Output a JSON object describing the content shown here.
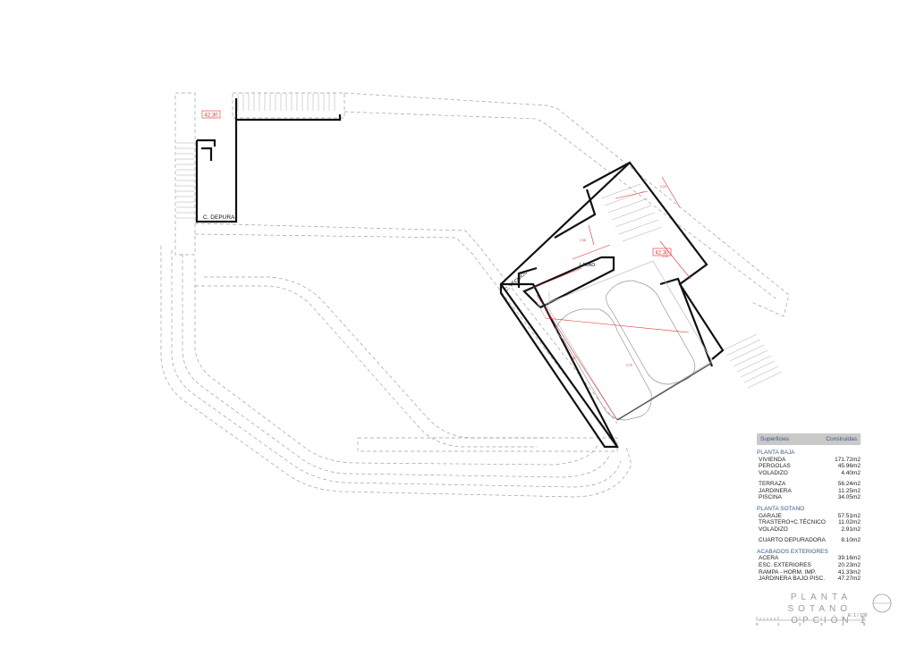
{
  "plan": {
    "level_marks": [
      "42.30",
      "42.30"
    ],
    "rooms": {
      "depura": "C. DEPURA.",
      "tecnico": "C. TÉCNICO",
      "lavad": "LAVAD."
    }
  },
  "legend": {
    "header": [
      "Superficies",
      "Construidas"
    ],
    "sections": [
      {
        "title": "PLANTA BAJA",
        "groups": [
          [
            {
              "label": "VIVIENDA",
              "value": "171.72m2"
            },
            {
              "label": "PERGOLAS",
              "value": "45.96m2"
            },
            {
              "label": "VOLADIZO",
              "value": "4.40m2"
            }
          ],
          [
            {
              "label": "TERRAZA",
              "value": "56.24m2"
            },
            {
              "label": "JARDINERA",
              "value": "11.25m2"
            },
            {
              "label": "PISCINA",
              "value": "34.05m2"
            }
          ]
        ]
      },
      {
        "title": "PLANTA SOTANO",
        "groups": [
          [
            {
              "label": "GARAJE",
              "value": "57.51m2"
            },
            {
              "label": "TRASTERO+C.TÉCNICO",
              "value": "11.02m2"
            },
            {
              "label": "VOLADIZO",
              "value": "2.91m2"
            }
          ],
          [
            {
              "label": "CUARTO DEPURADORA",
              "value": "8.10m2"
            }
          ]
        ]
      },
      {
        "title": "ACABADOS EXTERIORES",
        "groups": [
          [
            {
              "label": "ACERA",
              "value": "39.16m2"
            },
            {
              "label": "ESC. EXTERIORES",
              "value": "20.23m2"
            },
            {
              "label": "RAMPA - HORM. IMP.",
              "value": "41.33m2"
            },
            {
              "label": "JARDINERA BAJO PISC.",
              "value": "47.27m2"
            }
          ]
        ]
      }
    ]
  },
  "title": {
    "line1": "PLANTA SOTANO",
    "line2": "OPCIÓN 1",
    "scale": "E: 1 / 100",
    "scale_ticks": [
      "0",
      "1",
      "2",
      "3",
      "4",
      "5"
    ]
  },
  "colors": {
    "wall": "#111111",
    "dashed": "#9a9a9a",
    "dimension": "#e03030",
    "legend_title": "#3a5a8a"
  }
}
